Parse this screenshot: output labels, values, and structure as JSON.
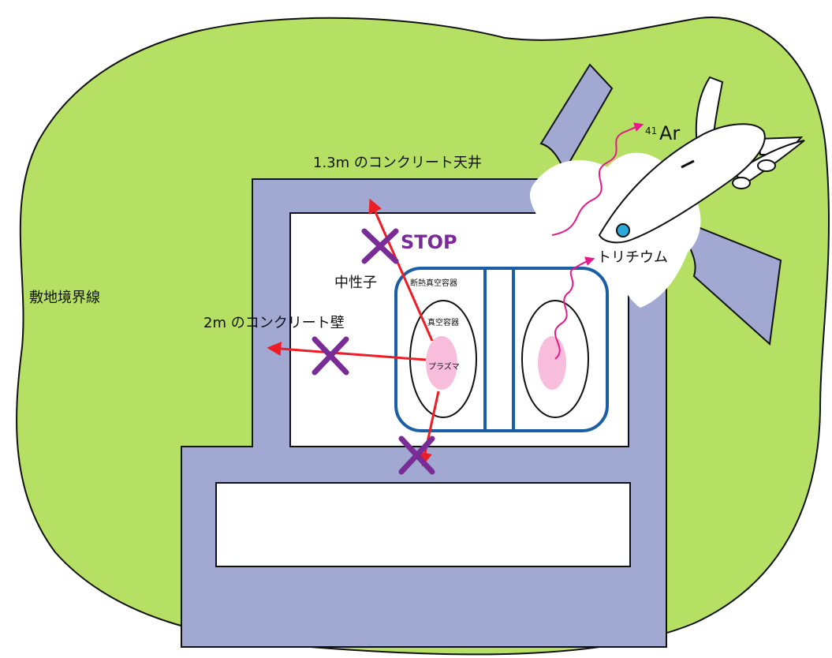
{
  "labels": {
    "ceiling": "1.3m のコンクリート天井",
    "wall": "2m のコンクリート壁",
    "site_boundary": "敷地境界線",
    "neutron": "中性子",
    "stop": "STOP",
    "insulation_vessel": "断熱真空容器",
    "vacuum_vessel": "真空容器",
    "plasma": "プラズマ",
    "tritium": "トリチウム",
    "argon_mass": "41",
    "argon_symbol": "Ar"
  },
  "colors": {
    "site_ground": "#b5e063",
    "concrete": "#a1a9d2",
    "outline": "#111111",
    "vessel_blue": "#1a5ea6",
    "plasma_pink": "#f7bddb",
    "arrow_red": "#ee1c24",
    "block_cross": "#7a2c96",
    "emission_magenta": "#e6198c",
    "vent_white": "#ffffff"
  },
  "icons": {
    "aircraft": "airplane-icon",
    "block_mark": "x-mark-icon"
  }
}
